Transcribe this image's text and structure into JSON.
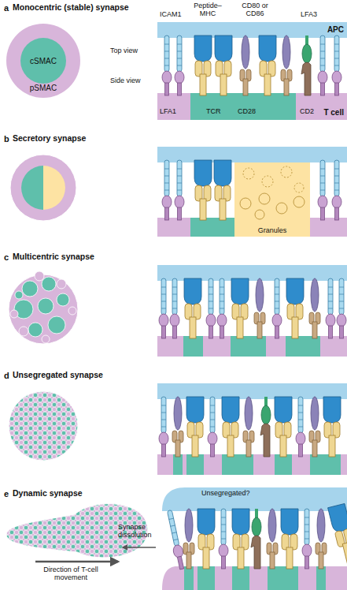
{
  "diagram": {
    "nodes": [
      {
        "text": [
          "pSMAC"
        ]
      },
      {
        "text": [
          "cSMAC"
        ],
        "in": 0
      },
      {
        "text": [
          "APC"
        ]
      },
      {
        "text": [
          "T cell"
        ]
      },
      {
        "text": [
          "Granules"
        ]
      }
    ],
    "labels": [
      "a",
      "Monocentric (stable) synapse",
      "Top view",
      "Side view",
      "ICAM1",
      "Peptide–MHC",
      "CD80 or CD86",
      "LFA3",
      "LFA1",
      "TCR",
      "CD28",
      "CD2",
      "b",
      "Secretory synapse",
      "c",
      "Multicentric synapse",
      "d",
      "Unsegregated synapse",
      "e",
      "Dynamic synapse",
      "Unsegregated?",
      "Synapse dissolution",
      "Direction of T-cell movement"
    ]
  }
}
